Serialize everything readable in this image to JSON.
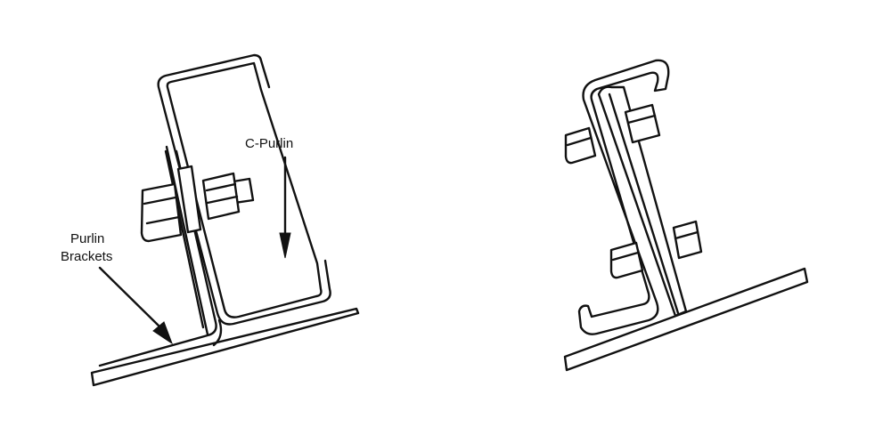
{
  "labels": {
    "c_purlin": "C-Purlin",
    "purlin_brackets_line1": "Purlin",
    "purlin_brackets_line2": "Brackets"
  },
  "colors": {
    "stroke": "#111111",
    "background": "#ffffff"
  }
}
